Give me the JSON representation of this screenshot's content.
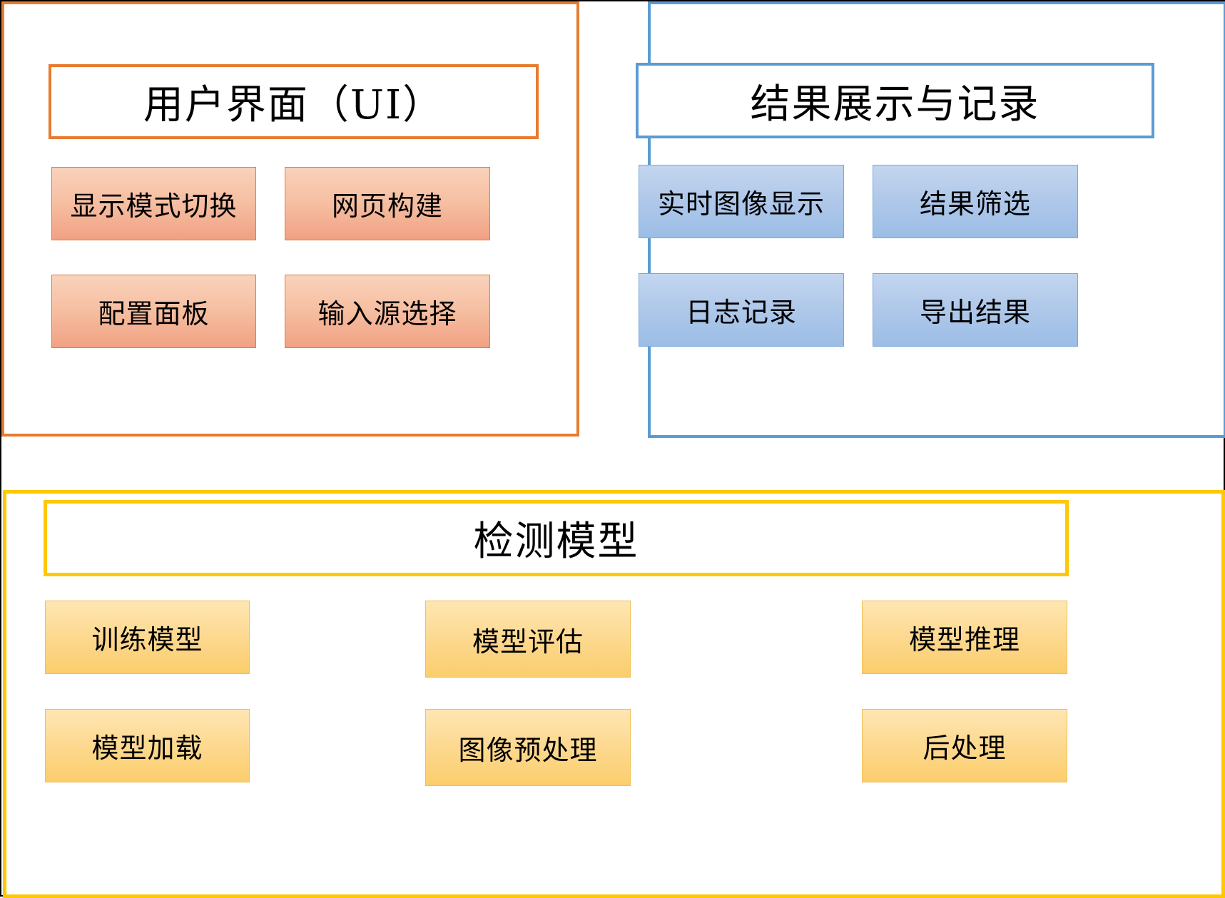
{
  "diagram": {
    "colors": {
      "ui_accent": "#E87B2F",
      "results_accent": "#5B9BD5",
      "model_accent": "#FFC800",
      "outer_border": "#000000",
      "ui_item_fill_top": "#F9D2BB",
      "ui_item_fill_bottom": "#F1A183",
      "results_item_fill_top": "#C3D6EF",
      "results_item_fill_bottom": "#9BBDE6",
      "model_item_fill_top": "#FEE6B2",
      "model_item_fill_bottom": "#FBCD6C"
    },
    "panels": [
      {
        "id": "ui",
        "title": "用户界面（UI）",
        "items": [
          {
            "label": "显示模式切换"
          },
          {
            "label": "网页构建"
          },
          {
            "label": "配置面板"
          },
          {
            "label": "输入源选择"
          }
        ]
      },
      {
        "id": "results",
        "title": "结果展示与记录",
        "items": [
          {
            "label": "实时图像显示"
          },
          {
            "label": "结果筛选"
          },
          {
            "label": "日志记录"
          },
          {
            "label": "导出结果"
          }
        ]
      },
      {
        "id": "model",
        "title": "检测模型",
        "items": [
          {
            "label": "训练模型"
          },
          {
            "label": "模型评估"
          },
          {
            "label": "模型推理"
          },
          {
            "label": "模型加载"
          },
          {
            "label": "图像预处理"
          },
          {
            "label": "后处理"
          }
        ]
      }
    ]
  }
}
